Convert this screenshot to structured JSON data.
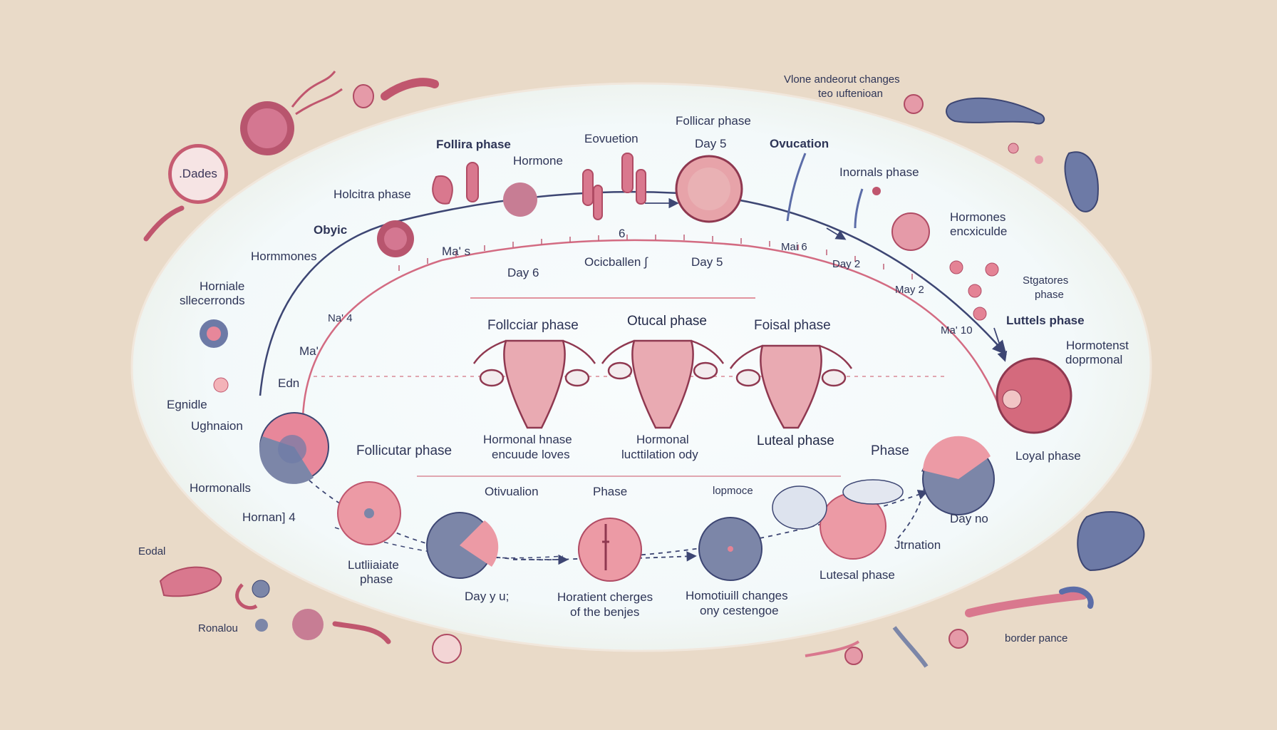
{
  "colors": {
    "background": "#e9dac8",
    "ellipse": "#f7fbfc",
    "pink": "#e7879a",
    "deep_pink": "#b8465f",
    "navy": "#3d4673",
    "slate": "#7c86a8"
  },
  "top_right_note": [
    "Vlone andeorut changes",
    "teo ıuftenioan"
  ],
  "badge": ".Dades",
  "labels": {
    "follira_phase": "Follira phase",
    "hormone": "Hormone",
    "eovuetion": "Eovuetion",
    "follicar_phase_top": "Follicar phase",
    "day_s_top": "Day 5",
    "ovucation": "Ovucation",
    "holcitra_phase": "Holcitra phase",
    "inorrals_phase": "Inornals phase",
    "obyic": "Obyic",
    "hormmones": "Hormmones",
    "horniale": "Horniale",
    "sllecerronds": "sllecerronds",
    "ma_s": "Ma' s",
    "day_6": "Day 6",
    "ocicballen": "Ocicballen ∫",
    "day_5_mid": "Day 5",
    "num_6": "6",
    "mai_6": "Mai 6",
    "day_2": "Day 2",
    "may_2": "May 2",
    "na_4": "Na' 4",
    "ma": "Ma'",
    "edn": "Edn",
    "hormones_encxicule": [
      "Hormones",
      "encxiculde"
    ],
    "stgatores_phase": [
      "Stgatores",
      "phase"
    ],
    "lutteis_phase": "Luttels phase",
    "hormotenst_doprmonal": [
      "Hormotenst",
      "doprmonal"
    ],
    "ma_10": "Ma' 10",
    "egnidle": "Egnidle",
    "ughnaion": "Ughnaion",
    "hormonalls": "Hormonalls",
    "hornan_4": "Hornan] 4",
    "follicular_center": "Follcciar phase",
    "otual_phase": "Otucal phase",
    "foisal_phase": "Foisal phase",
    "hormonal_hnase": [
      "Hormonal hnase",
      "encuude loves"
    ],
    "hormonal_luctilation": [
      "Hormonal",
      "lucttilation ody"
    ],
    "luteal_center": "Luteal phase",
    "follicutar_phase": "Follicutar phase",
    "phase_right": "Phase",
    "loyal_phase": "Loyal phase",
    "day_no": "Day no",
    "jurnation": "Jtrnation",
    "otivualion": "Otivualion",
    "phase_mid": "Phase",
    "lopmoce": "lopmoce",
    "lutilistiate": [
      "Lutliiaiate",
      "phase"
    ],
    "day_y_u": "Day y u;",
    "horatient": [
      "Horatient cherges",
      "of the benjes"
    ],
    "homotuill": [
      "Homotiuill changes",
      "ony cestengoe"
    ],
    "lutesal_phase": "Lutesal phase",
    "eodal": "Eodal",
    "ronalou": "Ronalou",
    "border_pance": "border pance"
  }
}
